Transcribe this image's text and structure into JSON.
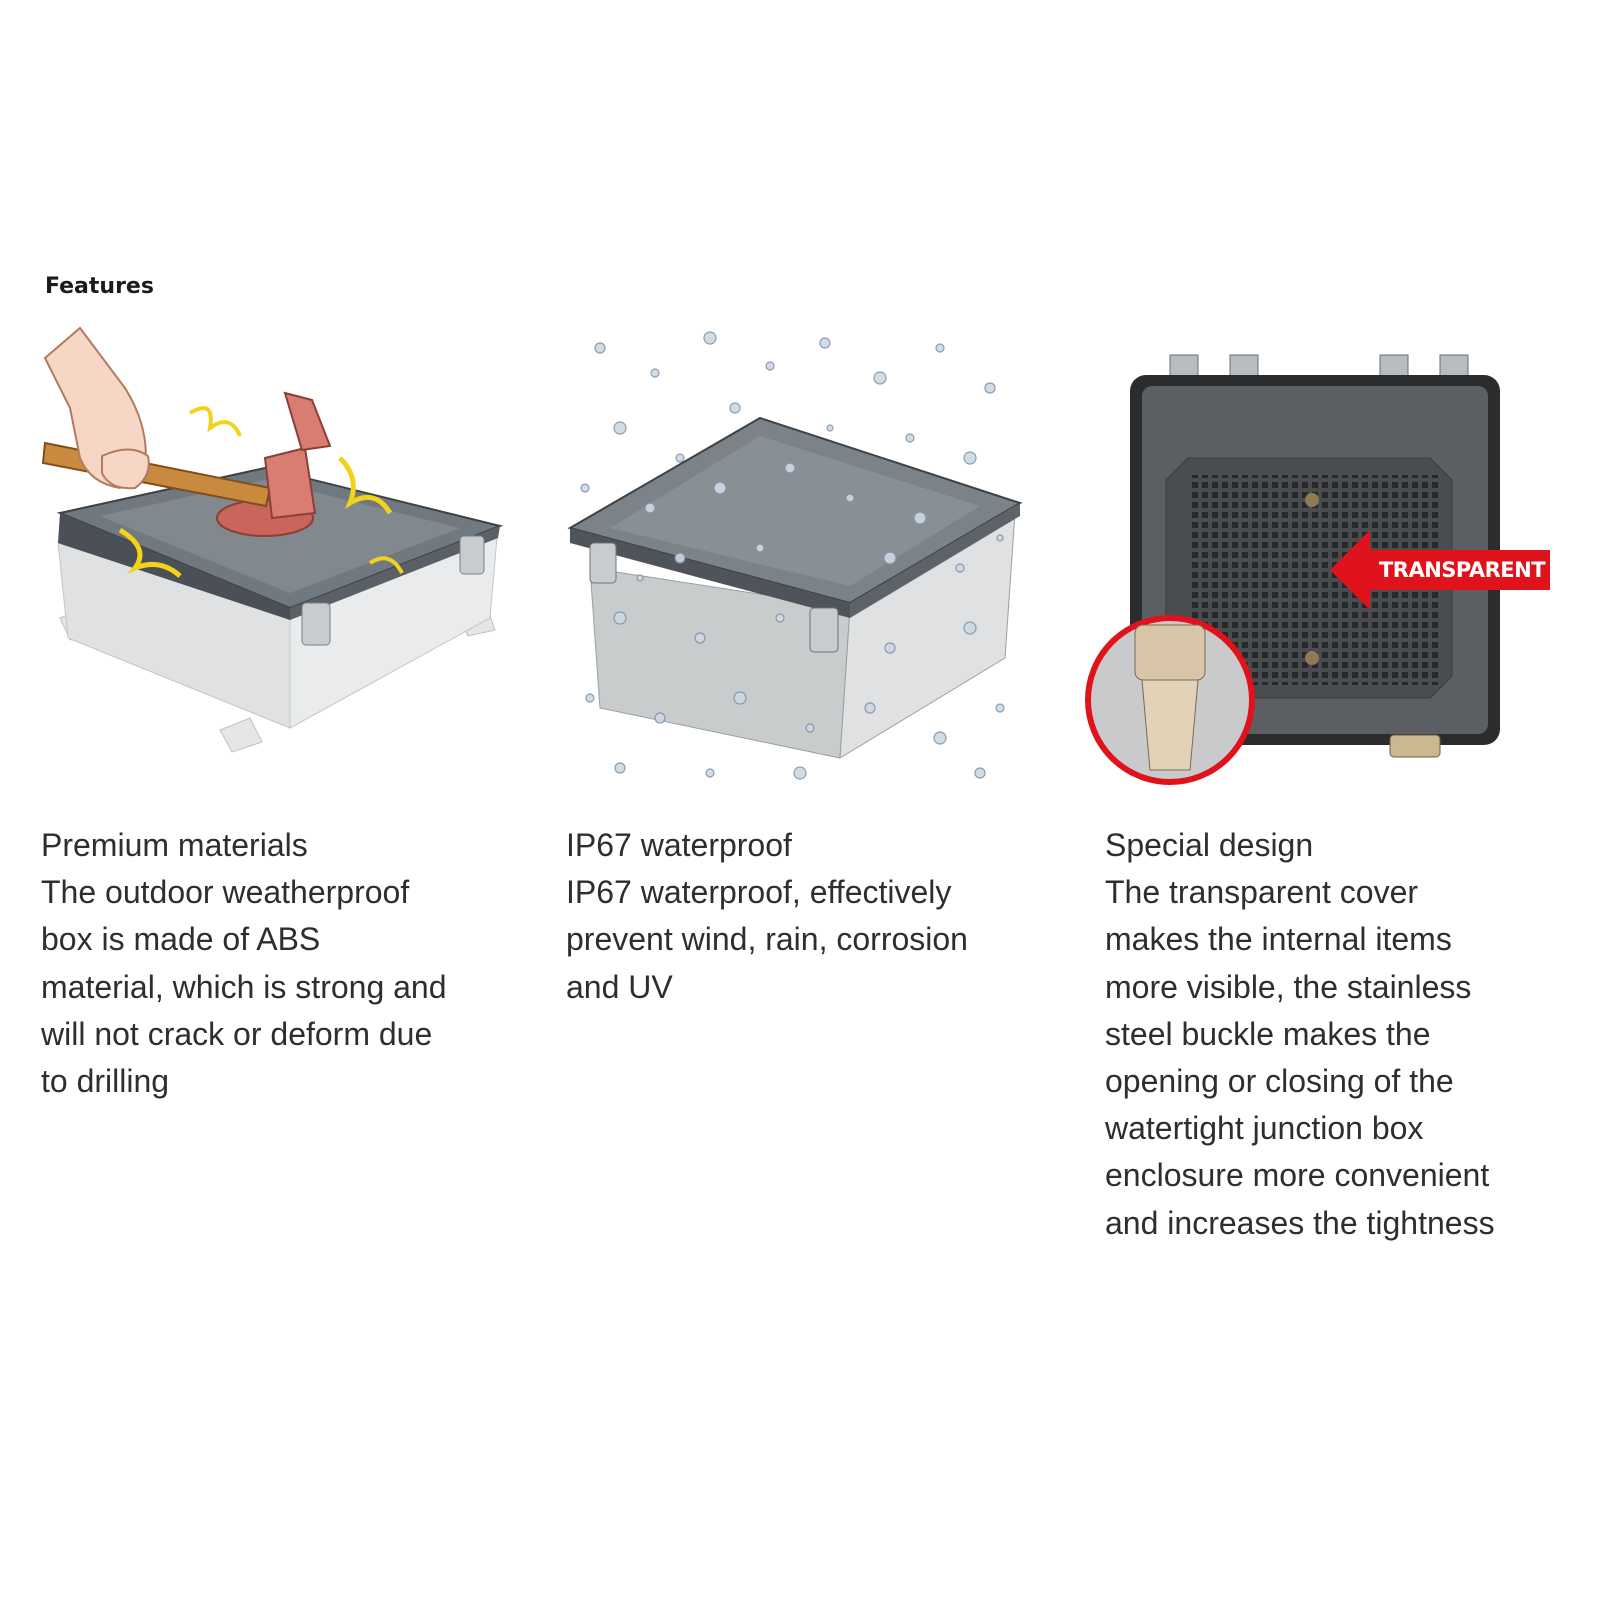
{
  "heading": "Features",
  "features": [
    {
      "title": "Premium materials",
      "lines": [
        "The outdoor weatherproof",
        "box is made of ABS",
        "material, which is strong and",
        "will not crack or deform due",
        "to drilling"
      ],
      "image_icon": "hammer-on-box-icon"
    },
    {
      "title": "IP67 waterproof",
      "lines": [
        "IP67 waterproof, effectively",
        "prevent wind, rain, corrosion",
        "and UV"
      ],
      "image_icon": "water-droplets-box-icon"
    },
    {
      "title": "Special design",
      "lines": [
        "The transparent cover",
        "makes the internal items",
        "more visible, the stainless",
        "steel buckle makes the",
        "opening or closing of the",
        "watertight junction box",
        "enclosure more convenient",
        "and increases the tightness"
      ],
      "image_icon": "transparent-cover-box-icon",
      "badge": "TRANSPARENT"
    }
  ],
  "colors": {
    "badge_red": "#e0131c",
    "lid_gray": "#6e7479",
    "body_gray": "#dcdedf"
  }
}
